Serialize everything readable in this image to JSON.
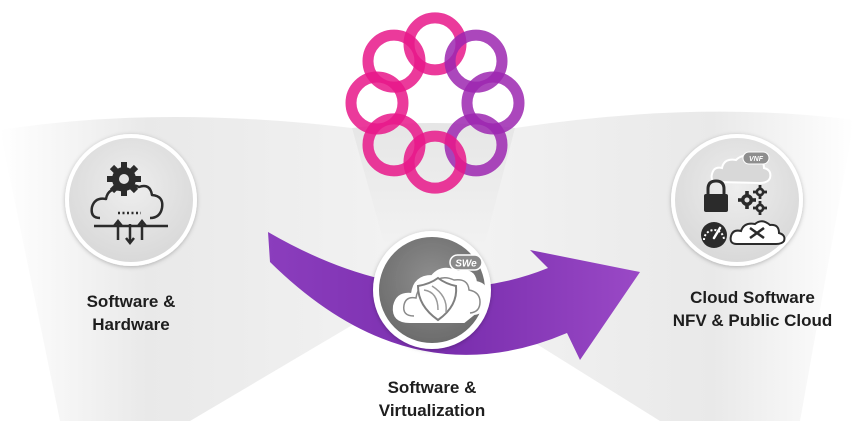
{
  "colors": {
    "fan_light": "#ededed",
    "fan_mid": "#dcdcdc",
    "circle_fill": "#e3e3e3",
    "circle_ring": "#ffffff",
    "center_circle_fill": "#7f7f7f",
    "icon_dark": "#2b2b2b",
    "icon_white": "#ffffff",
    "arrow_purple": "#8a3ab9",
    "arrow_purple_dark": "#6e2aa0",
    "logo_magenta": "#e8178a",
    "logo_purple": "#9c27b0"
  },
  "left": {
    "label_line1": "Software &",
    "label_line2": "Hardware",
    "icon": "cloud-gear-io-icon"
  },
  "center": {
    "label_line1": "Software &",
    "label_line2": "Virtualization",
    "icon": "cloud-shield-swe-icon",
    "badge": "SWe"
  },
  "right": {
    "label_line1": "Cloud Software",
    "label_line2": "NFV & Public Cloud",
    "icons": [
      "cloud-vnf-icon",
      "lock-icon",
      "gears-icon",
      "gauge-icon",
      "cloud-tools-icon"
    ],
    "badge": "VNF"
  },
  "logo": {
    "icon": "woven-ring-logo"
  },
  "arrow": {
    "icon": "curved-arrow-icon"
  }
}
